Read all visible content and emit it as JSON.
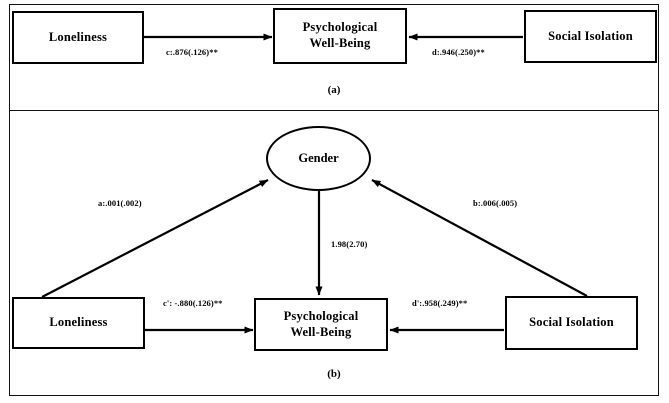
{
  "figure": {
    "type": "path-diagram",
    "panels": [
      {
        "id": "a",
        "caption": "(a)",
        "nodes": [
          {
            "id": "loneliness_a",
            "label": "Loneliness",
            "shape": "rectangle"
          },
          {
            "id": "pwb_a",
            "label": "Psychological\nWell-Being",
            "line1": "Psychological",
            "line2": "Well-Being",
            "shape": "rectangle"
          },
          {
            "id": "social_isolation_a",
            "label": "Social Isolation",
            "shape": "rectangle"
          }
        ],
        "paths": [
          {
            "id": "c",
            "from": "loneliness_a",
            "to": "pwb_a",
            "label": "c:.876(.126)**"
          },
          {
            "id": "d",
            "from": "social_isolation_a",
            "to": "pwb_a",
            "label": "d:.946(.250)**"
          }
        ]
      },
      {
        "id": "b",
        "caption": "(b)",
        "nodes": [
          {
            "id": "gender_b",
            "label": "Gender",
            "shape": "ellipse"
          },
          {
            "id": "loneliness_b",
            "label": "Loneliness",
            "shape": "rectangle"
          },
          {
            "id": "pwb_b",
            "label": "Psychological\nWell-Being",
            "line1": "Psychological",
            "line2": "Well-Being",
            "shape": "rectangle"
          },
          {
            "id": "social_isolation_b",
            "label": "Social Isolation",
            "shape": "rectangle"
          }
        ],
        "paths": [
          {
            "id": "a",
            "from": "loneliness_b",
            "to": "gender_b",
            "label": "a:.001(.002)"
          },
          {
            "id": "b",
            "from": "social_isolation_b",
            "to": "gender_b",
            "label": "b:.006(.005)"
          },
          {
            "id": "m",
            "from": "gender_b",
            "to": "pwb_b",
            "label": "1.98(2.70)"
          },
          {
            "id": "c_prime",
            "from": "loneliness_b",
            "to": "pwb_b",
            "label": "c': -.880(.126)**"
          },
          {
            "id": "d_prime",
            "from": "social_isolation_b",
            "to": "pwb_b",
            "label": "d':.958(.249)**"
          }
        ]
      }
    ],
    "colors": {
      "stroke": "#000000",
      "background": "#ffffff",
      "frame": "#111111"
    }
  }
}
